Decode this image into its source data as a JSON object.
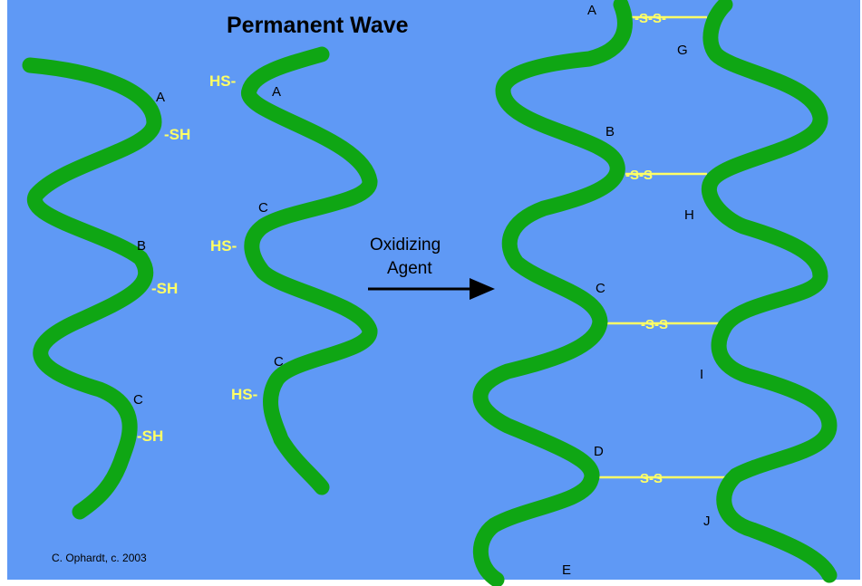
{
  "title": "Permanent Wave",
  "reaction": {
    "agent_line1": "Oxidizing",
    "agent_line2": "Agent"
  },
  "before": {
    "left_strand": {
      "labels": [
        "A",
        "B",
        "C"
      ],
      "groups": [
        "-SH",
        "-SH",
        "-SH"
      ]
    },
    "right_strand": {
      "labels": [
        "A",
        "C",
        "C"
      ],
      "groups": [
        "HS-",
        "HS-",
        "HS-"
      ]
    }
  },
  "after": {
    "left_labels": [
      "A",
      "B",
      "C",
      "D",
      "E"
    ],
    "right_labels": [
      "G",
      "H",
      "I",
      "J"
    ],
    "bonds": [
      "-S-S-",
      "-S-S",
      "-S-S",
      "S-S"
    ]
  },
  "credit": "C. Ophardt, c. 2003",
  "colors": {
    "background": "#5f99f5",
    "strand": "#0fa614",
    "sulfur_group": "#ffff66",
    "arrow": "#000000"
  }
}
